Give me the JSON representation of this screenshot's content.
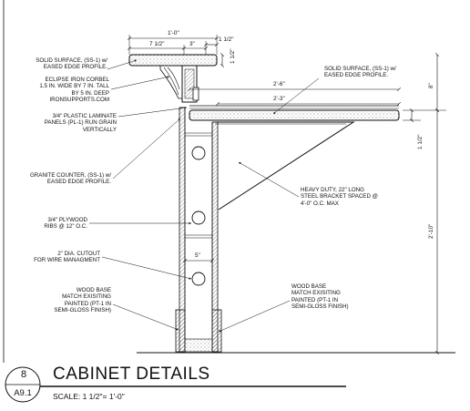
{
  "detail": {
    "number": "8",
    "sheet": "A9.1",
    "title": "CABINET DETAILS",
    "scale": "SCALE: 1 1/2\"=    1'-0\""
  },
  "dimensions": {
    "top_overall": "1'-0\"",
    "top_left": "7 1/2\"",
    "top_mid": "3\"",
    "top_right": "1 1/2\"",
    "top_thickness": "1 1/2\"",
    "upper_height": "8\"",
    "counter_2_6": "2'-6\"",
    "counter_2_3": "2'-3\"",
    "counter_thickness": "1 1/2\"",
    "counter_height": "2'-10\"",
    "cutout": "5\""
  },
  "notes": {
    "solid_surface_top": [
      "SOLID SURFACE, (SS-1) w/",
      "EASED EDGE PROFILE."
    ],
    "eclipse_corbel": [
      "ECLIPSE IRON CORBEL",
      "1.5 IN. WIDE BY 7 IN. TALL",
      "BY 5 IN. DEEP",
      "IRONSUPPORTS.COM"
    ],
    "solid_surface_counter": [
      "SOLID SURFACE, (SS-1) w/",
      "EASED EDGE PROFILE."
    ],
    "plastic_laminate": [
      "3/4\" PLASTIC LAMINATE",
      "PANELS (PL-1) RUN GRAIN",
      "VERTICALLY"
    ],
    "granite": [
      "GRANITE COUNTER, (SS-1) w/",
      "EASED EDGE PROFILE."
    ],
    "bracket": [
      "HEAVY DUTY, 22\" LONG",
      "STEEL BRACKET SPACED @",
      "4'-0\" O.C. MAX"
    ],
    "plywood": [
      "3/4\" PLYWOOD",
      "RIBS @ 12\" O.C."
    ],
    "cutout": [
      "2\" DIA. CUTOUT",
      "FOR WIRE MANAGMENT"
    ],
    "wood_base_left": [
      "WOOD BASE",
      "MATCH EXISITING",
      "PAINTED (PT-1 IN",
      "SEMI-GLOSS FINISH)"
    ],
    "wood_base_right": [
      "WOOD BASE",
      "MATCH EXISITING",
      "PAINTED (PT-1 IN",
      "SEMI-GLOSS FINISH)"
    ]
  }
}
